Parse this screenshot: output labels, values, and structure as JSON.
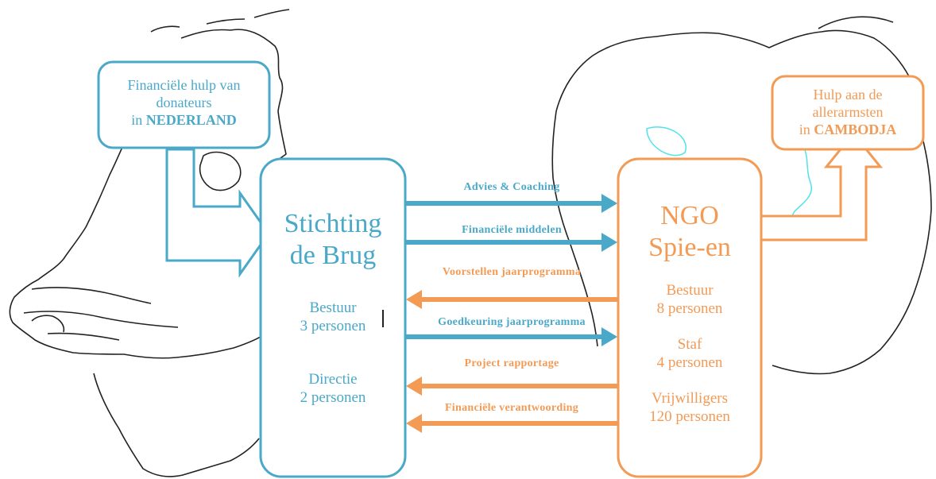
{
  "donors_box": {
    "line1": "Financiële hulp van",
    "line2": "donateurs",
    "line3_prefix": "in ",
    "line3_strong": "NEDERLAND"
  },
  "aid_box": {
    "line1": "Hulp aan de",
    "line2": "allerarmsten",
    "line3_prefix": "in ",
    "line3_strong": "CAMBODJA"
  },
  "left_org": {
    "name1": "Stichting",
    "name2": "de Brug",
    "groups": [
      {
        "title": "Bestuur",
        "count": "3 personen"
      },
      {
        "title": "Directie",
        "count": "2 personen"
      }
    ]
  },
  "right_org": {
    "name1": "NGO",
    "name2": "Spie-en",
    "groups": [
      {
        "title": "Bestuur",
        "count": "8 personen"
      },
      {
        "title": "Staf",
        "count": "4 personen"
      },
      {
        "title": "Vrijwilligers",
        "count": "120 personen"
      }
    ]
  },
  "flows": [
    {
      "label": "Advies & Coaching",
      "direction": "to-right"
    },
    {
      "label": "Financiële middelen",
      "direction": "to-right"
    },
    {
      "label": "Voorstellen jaarprogramma",
      "direction": "to-left"
    },
    {
      "label": "Goedkeuring jaarprogramma",
      "direction": "to-right"
    },
    {
      "label": "Project rapportage",
      "direction": "to-left"
    },
    {
      "label": "Financiële verantwoording",
      "direction": "to-left"
    }
  ],
  "colors": {
    "blue": "#4aa8c8",
    "orange": "#f39a55",
    "map_outline": "#222222",
    "river": "#4fe3ec"
  }
}
